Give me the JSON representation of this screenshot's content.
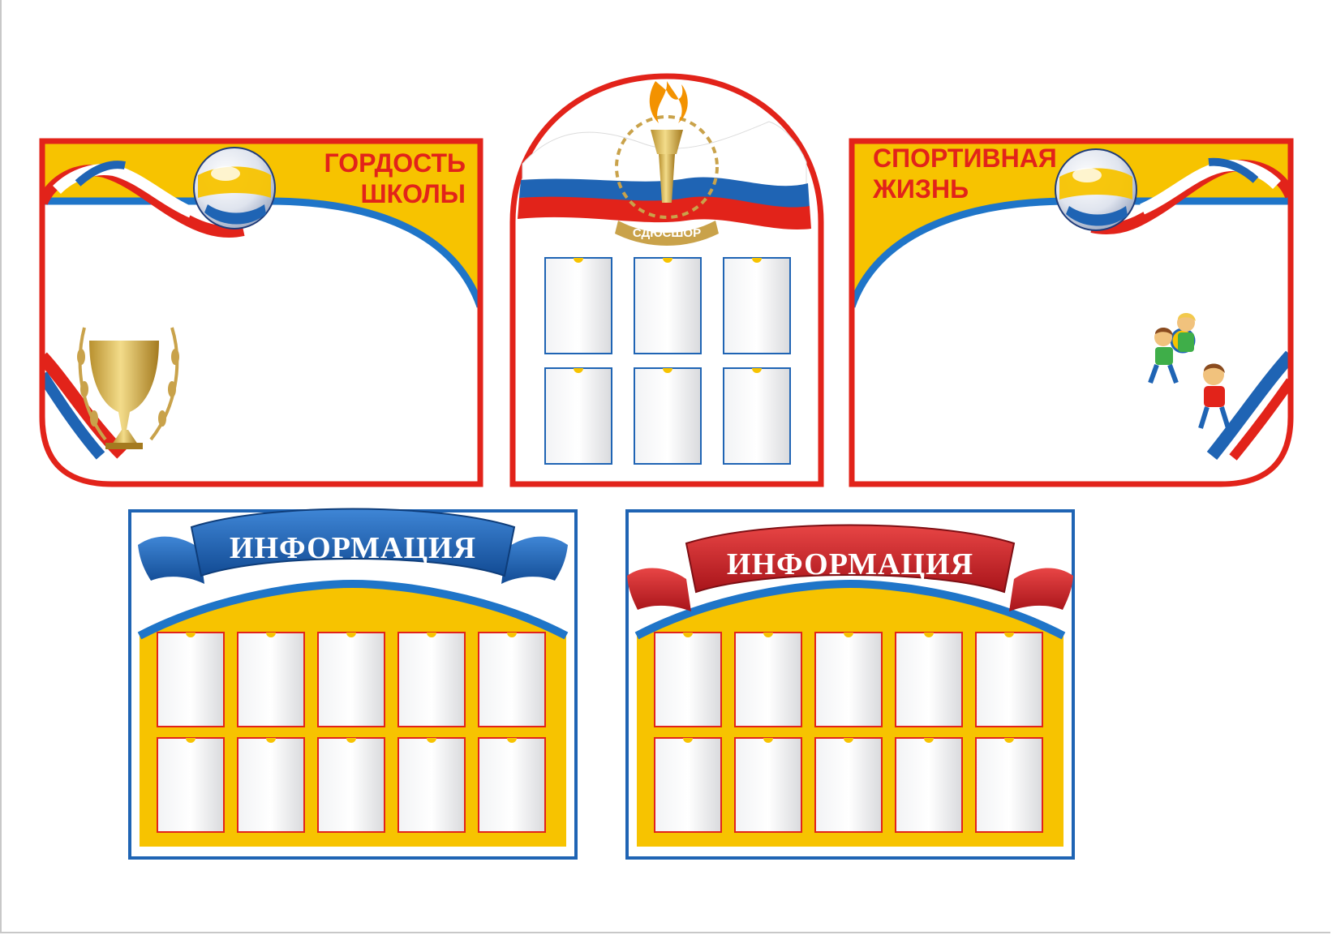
{
  "panels": {
    "pride": {
      "title_line1": "ГОРДОСТЬ",
      "title_line2": "ШКОЛЫ"
    },
    "center": {
      "emblem_label": "СДЮСШОР"
    },
    "sport": {
      "title_line1": "СПОРТИВНАЯ",
      "title_line2": "ЖИЗНЬ"
    },
    "info_blue": {
      "banner": "ИНФОРМАЦИЯ"
    },
    "info_red": {
      "banner": "ИНФОРМАЦИЯ"
    }
  },
  "icons": [
    "volleyball-icon",
    "russian-flag-ribbon",
    "trophy-cup-icon",
    "laurel-wreath-icon",
    "torch-icon",
    "kids-playing-ball-illustration"
  ],
  "colors": {
    "red": "#e2231a",
    "yellow": "#f7c300",
    "blue": "#1f64b4",
    "pocket_gray": "#e9eaec"
  }
}
